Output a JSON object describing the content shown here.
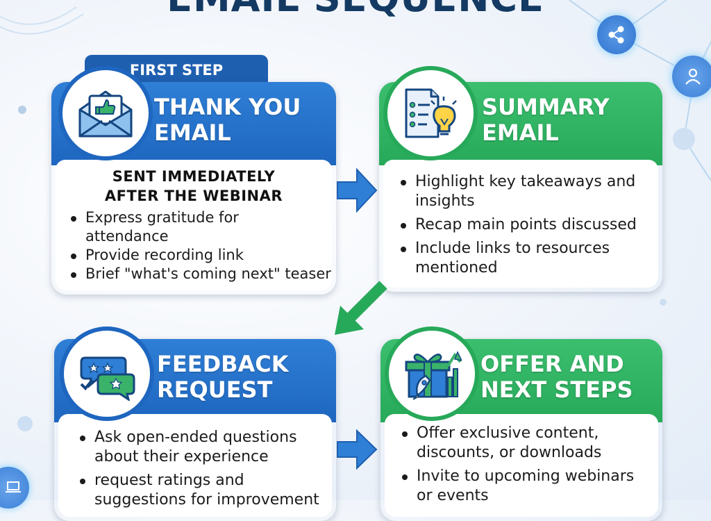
{
  "headline": "EMAIL SEQUENCE",
  "first_step_label": "FIRST STEP",
  "cards": [
    {
      "title_line1": "THANK YOU",
      "title_line2": "EMAIL",
      "subtitle_line1": "SENT IMMEDIATELY",
      "subtitle_line2": "AFTER THE WEBINAR",
      "icon": "envelope-thumbs-up-icon",
      "color": "#1e66bf",
      "bullets": [
        "Express gratitude for attendance",
        "Provide recording link",
        "Brief \"what's coming next\" teaser"
      ]
    },
    {
      "title_line1": "SUMMARY",
      "title_line2": "EMAIL",
      "icon": "document-lightbulb-icon",
      "color": "#27a95a",
      "bullets": [
        "Highlight key takeaways and insights",
        "Recap main points discussed",
        "Include links to resources mentioned"
      ]
    },
    {
      "title_line1": "FEEDBACK",
      "title_line2": "REQUEST",
      "icon": "chat-bubbles-stars-icon",
      "color": "#1e66bf",
      "bullets": [
        "Ask open-ended questions about their experience",
        "request ratings and suggestions for improvement"
      ]
    },
    {
      "title_line1": "OFFER AND",
      "title_line2": "NEXT STEPS",
      "icon": "gift-rocket-icon",
      "color": "#27a95a",
      "bullets": [
        "Offer exclusive content, discounts, or downloads",
        "Invite to upcoming webinars or events"
      ]
    }
  ],
  "icons": {
    "share": "share-icon",
    "user": "user-icon",
    "laptop": "laptop-icon"
  }
}
